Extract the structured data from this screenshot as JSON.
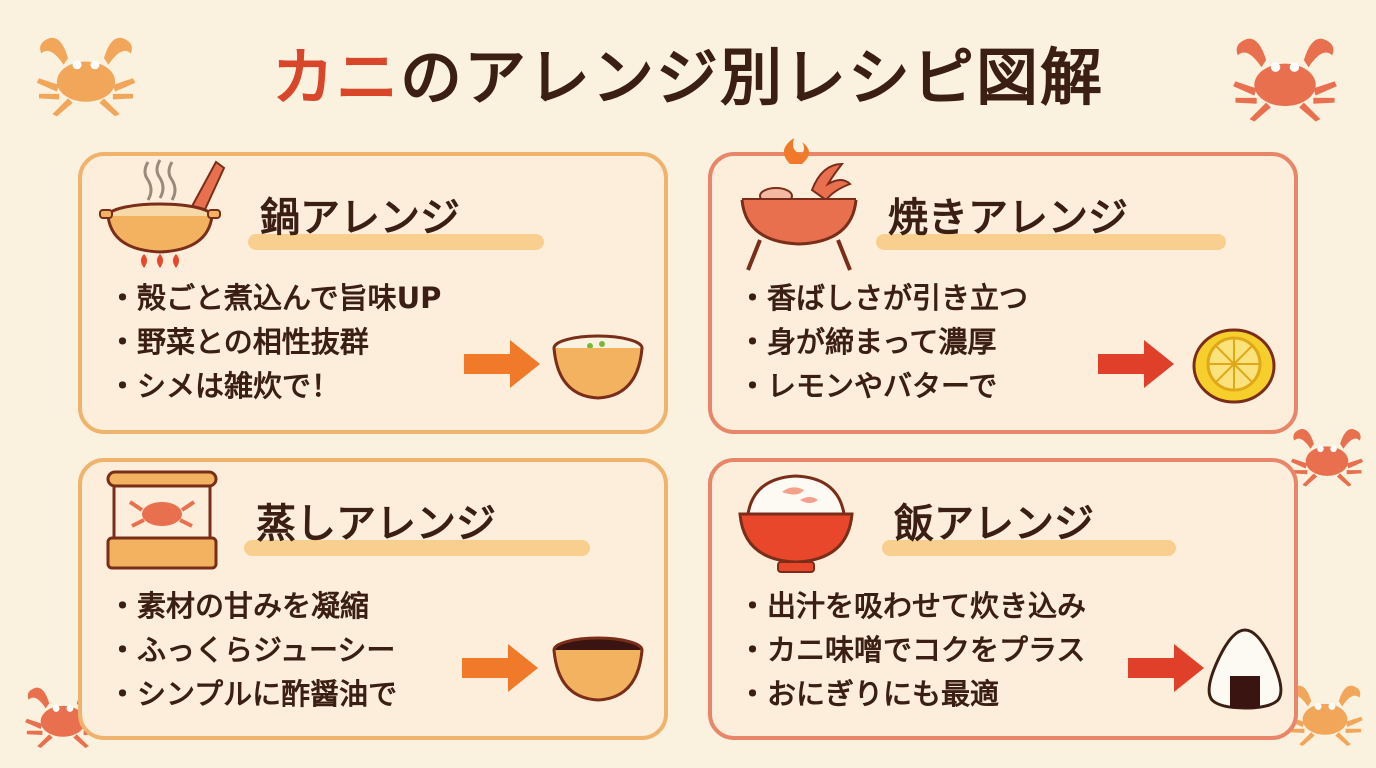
{
  "title": {
    "accent": "カニ",
    "rest": "のアレンジ別レシピ図解"
  },
  "colors": {
    "background": "#fbf1df",
    "accent_red": "#d9472b",
    "text": "#3a1f12",
    "card_fill": "#fdeedb",
    "highlight": "#f6c77c"
  },
  "cards": [
    {
      "heading": "鍋アレンジ",
      "bullets": [
        "殻ごと煮込んで旨味UP",
        "野菜との相性抜群",
        "シメは雑炊で！"
      ],
      "icon": "hot-pot-icon",
      "result_icon": "rice-porridge-bowl-icon"
    },
    {
      "heading": "焼きアレンジ",
      "bullets": [
        "香ばしさが引き立つ",
        "身が締まって濃厚",
        "レモンやバターで"
      ],
      "icon": "grill-icon",
      "result_icon": "lemon-icon"
    },
    {
      "heading": "蒸しアレンジ",
      "bullets": [
        "素材の甘みを凝縮",
        "ふっくらジューシー",
        "シンプルに酢醤油で"
      ],
      "icon": "steamer-icon",
      "result_icon": "vinegar-soy-bowl-icon"
    },
    {
      "heading": "飯アレンジ",
      "bullets": [
        "出汁を吸わせて炊き込み",
        "カニ味噌でコクをプラス",
        "おにぎりにも最適"
      ],
      "icon": "rice-bowl-icon",
      "result_icon": "onigiri-icon"
    }
  ]
}
